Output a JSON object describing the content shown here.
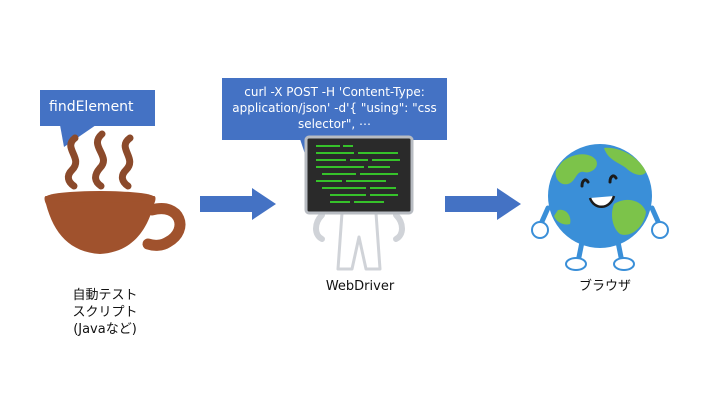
{
  "callouts": {
    "left": "findElement",
    "center": "curl -X POST -H 'Content-Type:\napplication/json' -d'{ \"using\": \"css\nselector\", ⋯"
  },
  "labels": {
    "client": "自動テスト\nスクリプト\n(Javaなど)",
    "webdriver": "WebDriver",
    "browser": "ブラウザ"
  },
  "colors": {
    "callout": "#4472c4",
    "arrow": "#4472c4",
    "coffee": "#a0522d",
    "steam": "#8b4a2b",
    "terminal_bg": "#2a2a2a",
    "terminal_text": "#36c22a",
    "earth_ocean": "#3a8fd8",
    "earth_land": "#7cc34a"
  },
  "icons": {
    "client": "coffee-cup-icon",
    "webdriver": "terminal-robot-icon",
    "browser": "smiling-earth-icon"
  }
}
